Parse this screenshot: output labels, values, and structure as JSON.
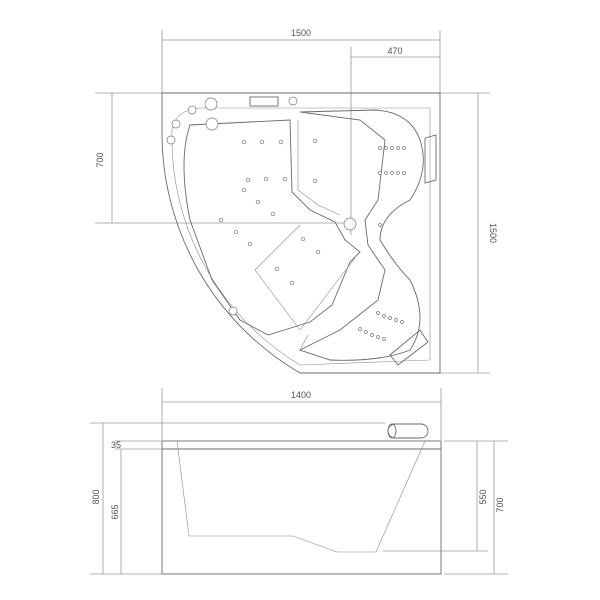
{
  "top_view": {
    "width_label": "1500",
    "offset_label": "470",
    "left_height_label": "700",
    "right_height_label": "1500"
  },
  "side_view": {
    "width_label": "1400",
    "rim_label": "35",
    "total_height_label": "800",
    "inner_height_label": "665",
    "depth_label": "550",
    "body_height_label": "700"
  }
}
